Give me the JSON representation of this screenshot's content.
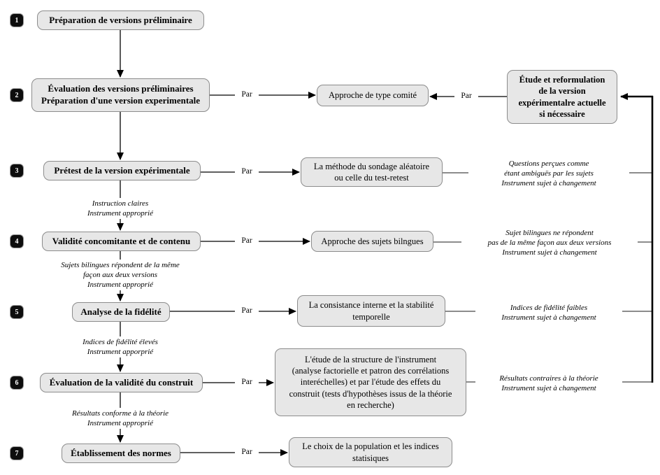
{
  "par_label": "Par",
  "revision_box": {
    "label": "Étude et reformulation\nde la version\nexpérimentalre actuelle\nsi nécessaire"
  },
  "steps": [
    {
      "number": "1",
      "label": "Préparation de versions préliminaire"
    },
    {
      "number": "2",
      "label": "Évaluation des versions préliminaires\nPréparation d'une version experimentale",
      "method": "Approche de type comité"
    },
    {
      "number": "3",
      "label": "Prétest de la version expérimentale",
      "method": "La méthode du sondage aléatoire\nou celle du test-retest",
      "outcome": "Instruction claires\nInstrument approprié",
      "feedback": "Questions perçues comme\nétant ambiguës par les sujets\nInstrument sujet à changement"
    },
    {
      "number": "4",
      "label": "Validité concomitante et de contenu",
      "method": "Approche des sujets bilngues",
      "outcome": "Sujets bilingues répondent de la même\nfaçon aux deux versions\nInstrument approprié",
      "feedback": "Sujet bilingues ne répondent\npas de la même façon aux deux versions\nInstrument sujet à changement"
    },
    {
      "number": "5",
      "label": "Analyse de la fidélité",
      "method": "La consistance interne et la stabilité\ntemporelle",
      "outcome": "Indices de fidélité élevés\nInstrument apporprié",
      "feedback": "Indices de fidélité faibles\nInstrument sujet à changement"
    },
    {
      "number": "6",
      "label": "Évaluation de la validité du construit",
      "method": "L'étude de la structure de l'instrument\n(analyse factorielle et patron des corrélations\ninteréchelles) et par l'étude des effets du\nconstruit (tests d'hypothèses issus de la théorie\nen recherche)",
      "outcome": "Résultats conforme à la théorie\nInstrument approprié",
      "feedback": "Résultats contraires à la théorie\nInstrument sujet à changement"
    },
    {
      "number": "7",
      "label": "Établissement des normes",
      "method": "Le choix de la population et les indices\nstatisiques"
    }
  ],
  "colors": {
    "box_fill": "#e7e7e7",
    "box_border": "#8c8c8c",
    "badge_fill": "#0d0d0d",
    "line_color": "#000000"
  }
}
